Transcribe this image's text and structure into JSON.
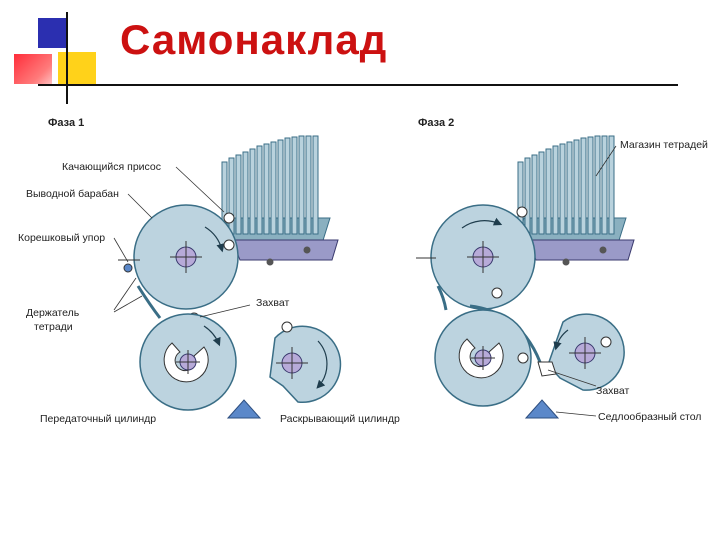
{
  "title": "Самонаклад",
  "colors": {
    "title": "#cc1111",
    "machine": "#bcd3df",
    "outline": "#3a6e86",
    "hub": "#b7aad8"
  },
  "phase1": {
    "heading": "Фаза 1",
    "labels": {
      "suction": "Качающийся присос",
      "drum": "Выводной барабан",
      "stop": "Корешковый упор",
      "holder_line1": "Держатель",
      "holder_line2": "тетради",
      "grip": "Захват",
      "transfer": "Передаточный цилиндр",
      "opening": "Раскрывающий цилиндр"
    }
  },
  "phase2": {
    "heading": "Фаза 2",
    "labels": {
      "magazine": "Магазин тетрадей",
      "grip": "Захват",
      "saddle": "Седлообразный стол"
    }
  }
}
